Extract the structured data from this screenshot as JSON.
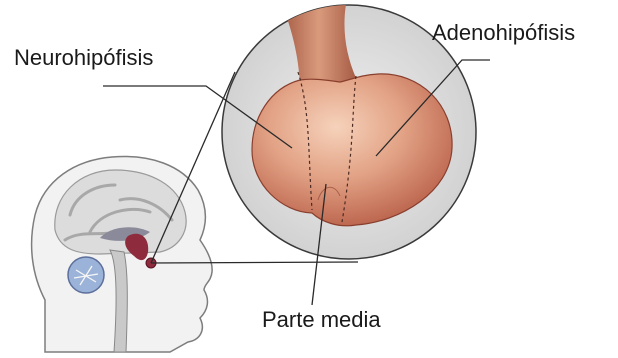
{
  "labels": {
    "neurohipofisis": "Neurohipófisis",
    "adenohipofisis": "Adenohipófisis",
    "parte_media": "Parte media"
  },
  "colors": {
    "gland_light": "#f3c4a6",
    "gland_mid": "#d98e6f",
    "gland_dark": "#a9553f",
    "circle_bg": "#dcdcdc",
    "head_fill": "#efefef",
    "head_stroke": "#7a7a7a",
    "brain_fill": "#d6d6d6",
    "pituitary_dot": "#8e2b3d",
    "label_text": "#1a1a1a"
  }
}
